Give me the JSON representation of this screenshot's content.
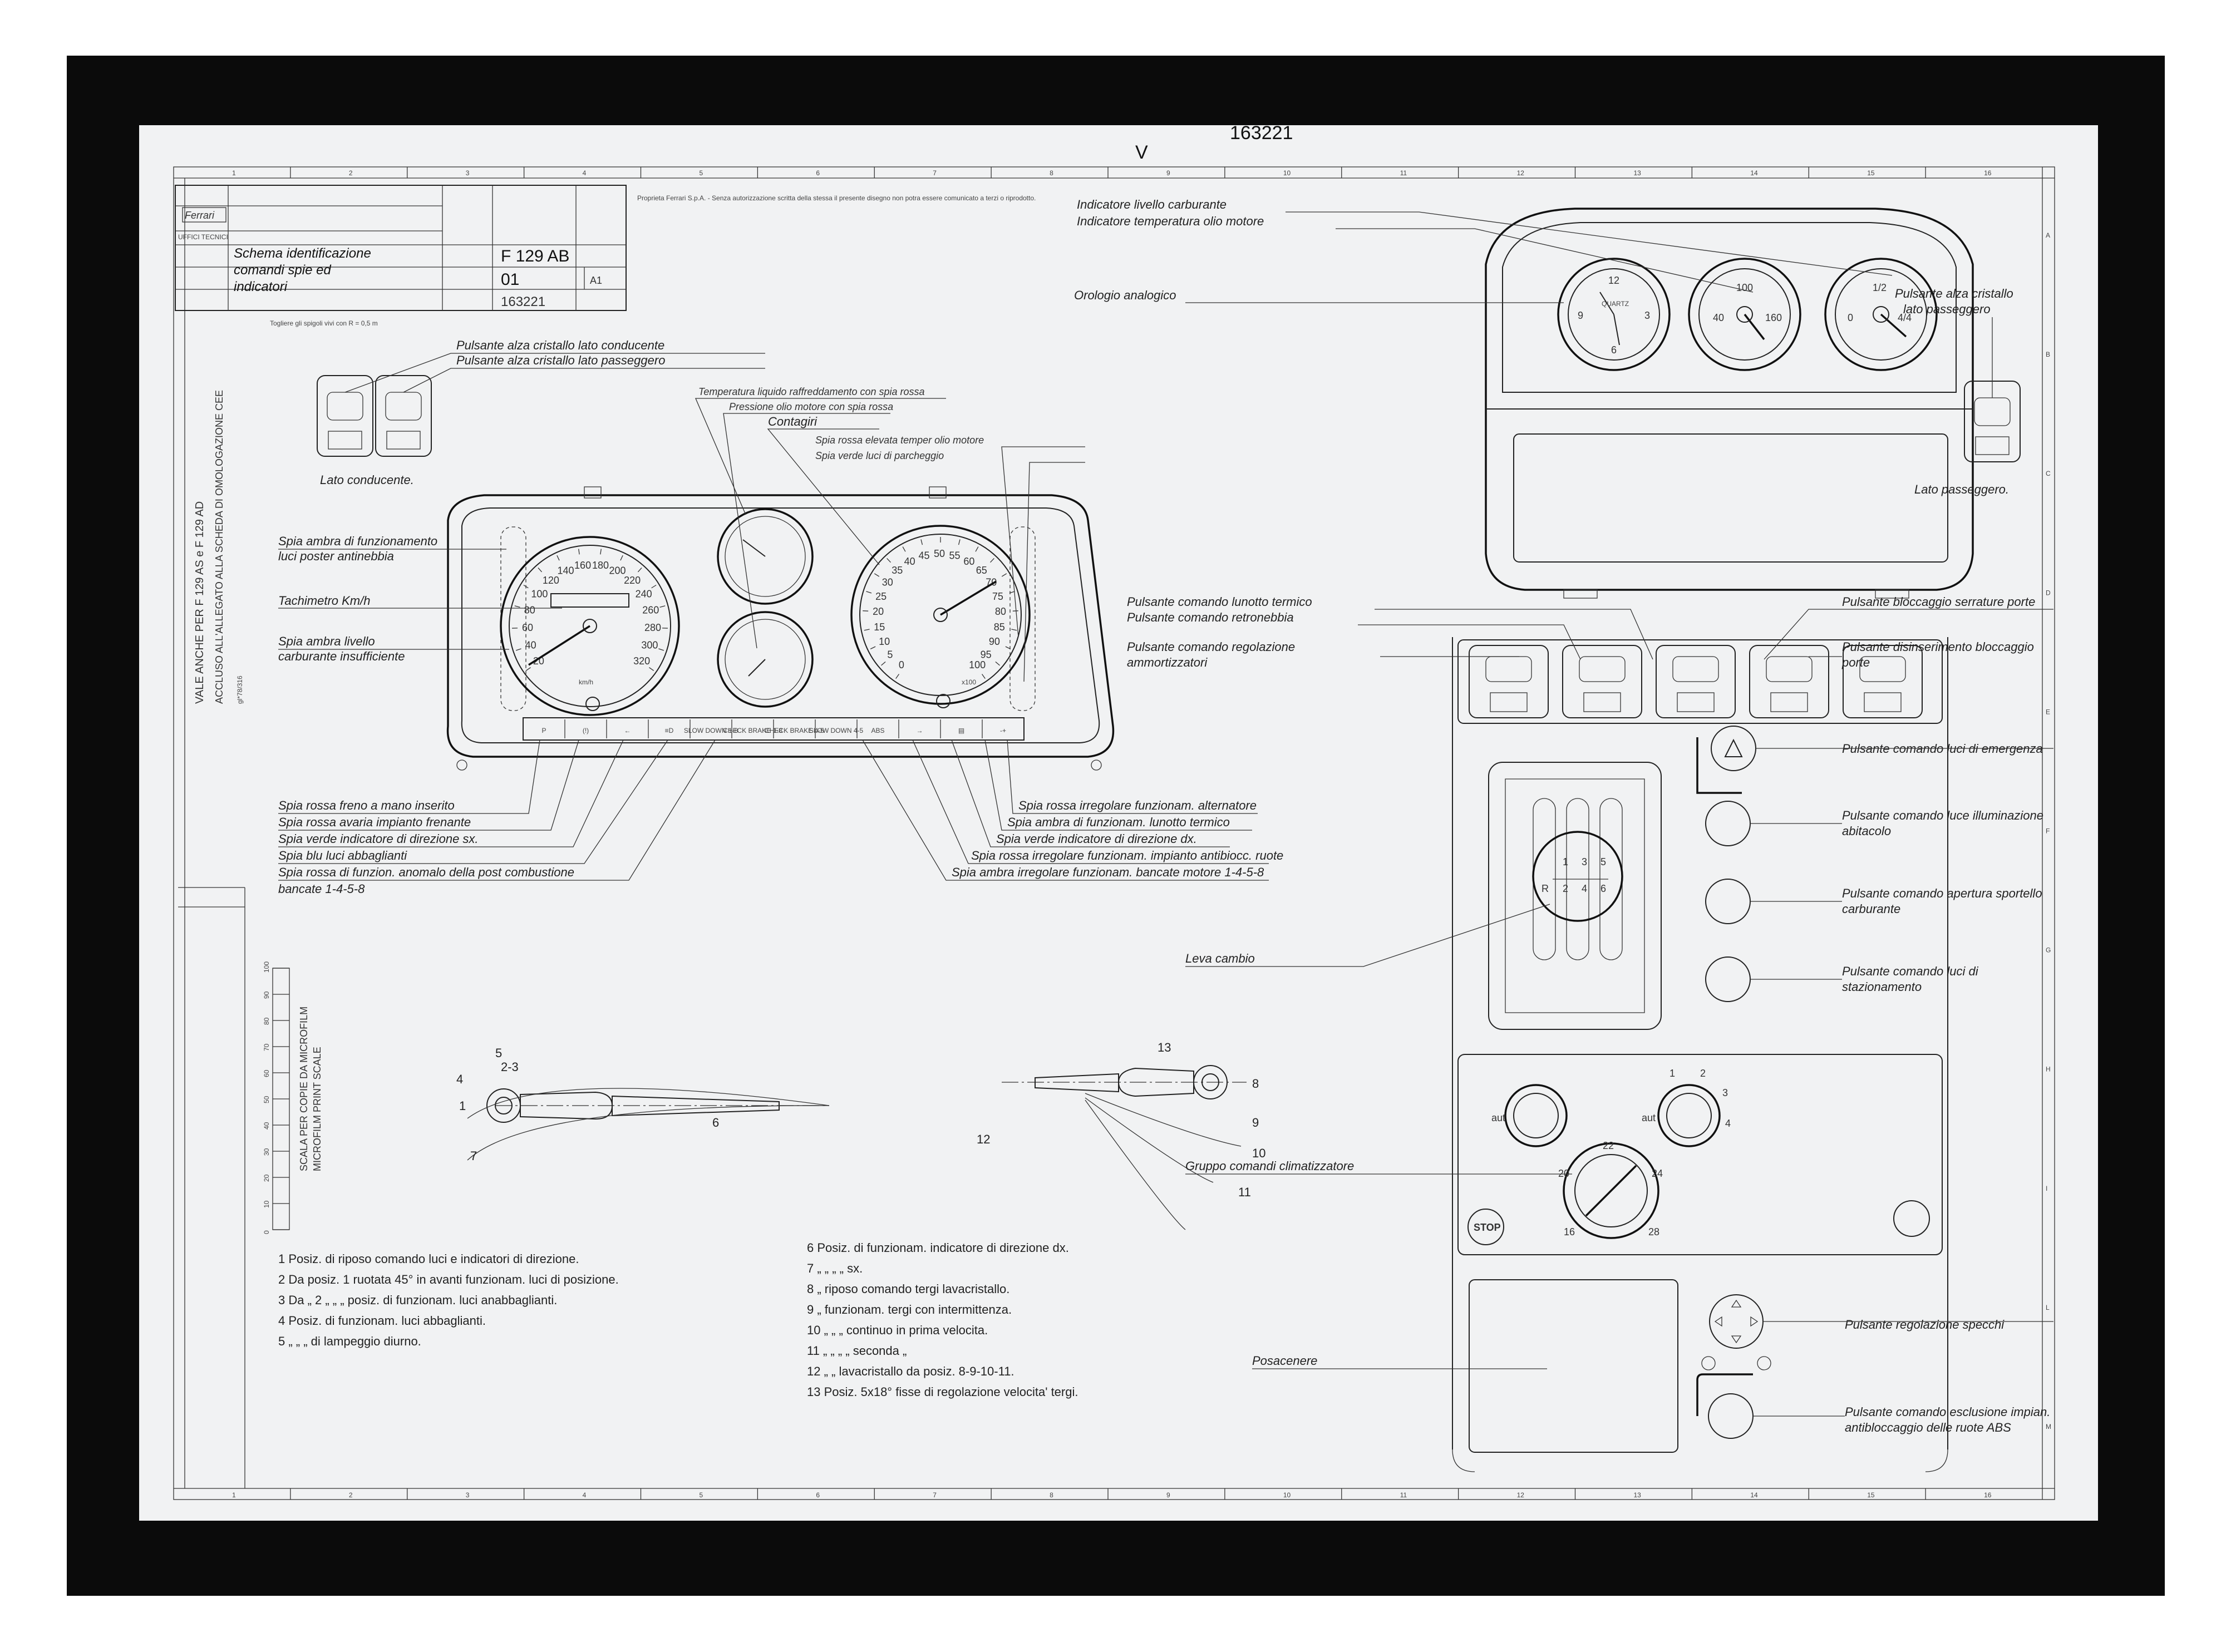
{
  "title_block": {
    "brand": "Ferrari",
    "dept": "UFFICI TECNICI",
    "drawing_title": [
      "Schema identificazione",
      "comandi spie ed",
      "indicatori"
    ],
    "model": "F 129 AB",
    "revision": "01",
    "format": "A1",
    "drawing_number": "163221",
    "top_stamp": "163221",
    "marker": "V",
    "copyright": "Proprieta Ferrari S.p.A. - Senza autorizzazione scritta della stessa il presente disegno non potra essere comunicato a terzi o riprodotto."
  },
  "edge_notes": {
    "validity": "VALE ANCHE PER F 129 AS e F 129 AD",
    "attachment": "ACCLUSO ALL'ALLEGATO ALLA SCHEDA DI OMOLOGAZIONE CEE",
    "date": "gl*78/316",
    "edge_removal": "Togliere gli spigoli vivi con R = 0,5 m",
    "scale_title": "SCALA PER COPIE DA MICROFILM",
    "scale_subtitle": "MICROFILM PRINT SCALE",
    "scale_ticks": [
      "0",
      "10",
      "20",
      "30",
      "40",
      "50",
      "60",
      "70",
      "80",
      "90",
      "100"
    ]
  },
  "grid": {
    "columns": [
      "1",
      "2",
      "3",
      "4",
      "5",
      "6",
      "7",
      "8",
      "9",
      "10",
      "11",
      "12",
      "13",
      "14",
      "15",
      "16"
    ],
    "rows": [
      "A",
      "B",
      "C",
      "D",
      "E",
      "F",
      "G",
      "H",
      "I",
      "L",
      "M"
    ]
  },
  "dash_labels": {
    "window_driver": "Pulsante alza cristallo lato conducente",
    "window_passenger": "Pulsante alza cristallo lato passeggero",
    "driver_side": "Lato conducente.",
    "coolant_temp": "Temperatura liquido raffreddamento con spia rossa",
    "oil_pressure": "Pressione olio motore con spia rossa",
    "tachometer": "Contagiri",
    "oil_temp_warning": "Spia rossa elevata temper olio motore",
    "parking_lights": "Spia verde luci di parcheggio",
    "rear_fog": "Spia ambra di funzionamento",
    "rear_fog_2": "luci poster antinebbia",
    "speedometer": "Tachimetro Km/h",
    "fuel_low": "Spia ambra livello",
    "fuel_low_2": "carburante insufficiente"
  },
  "lamp_labels": {
    "handbrake": "Spia rossa freno a mano inserito",
    "brake_fail": "Spia rossa avaria impianto frenante",
    "indicator_left": "Spia verde indicatore di direzione sx.",
    "high_beam": "Spia blu luci abbaglianti",
    "afterburn": "Spia rossa di funzion. anomalo della post combustione",
    "afterburn_2": "bancate 1-4-5-8",
    "alternator": "Spia rossa irregolare funzionam. alternatore",
    "rear_defrost": "Spia ambra di funzionam. lunotto termico",
    "indicator_right": "Spia verde indicatore di direzione dx.",
    "abs": "Spia rossa irregolare funzionam. impianto antibiocc. ruote",
    "banks": "Spia ambra irregolare funzionam. bancate motore 1-4-5-8"
  },
  "console_labels": {
    "fuel_level": "Indicatore livello carburante",
    "oil_temp": "Indicatore temperatura olio motore",
    "clock": "Orologio analogico",
    "window_passenger_right": "Pulsante alza cristallo",
    "window_passenger_right_2": "lato passeggero",
    "passenger_side": "Lato passeggero.",
    "rear_window": "Pulsante comando lunotto termico",
    "fog": "Pulsante comando retronebbia",
    "damper": "Pulsante comando regolazione",
    "damper_2": "ammortizzatori",
    "door_lock": "Pulsante bloccaggio serrature porte",
    "door_unlock": "Pulsante disinserimento bloccaggio",
    "door_unlock_2": "porte",
    "hazard": "Pulsante comando luci di emergenza",
    "cabin_light": "Pulsante comando luce illuminazione",
    "cabin_light_2": "abitacolo",
    "fuel_flap": "Pulsante comando apertura sportello",
    "fuel_flap_2": "carburante",
    "parking_light": "Pulsante comando luci di",
    "parking_light_2": "stazionamento",
    "gear_lever": "Leva cambio",
    "climate": "Gruppo comandi climatizzatore",
    "mirror": "Pulsante regolazione specchi",
    "ashtray": "Posacenere",
    "abs_off": "Pulsante comando esclusione impian.",
    "abs_off_2": "antibloccaggio delle ruote ABS",
    "stop": "STOP"
  },
  "gauges": {
    "speedo_ticks": [
      "20",
      "40",
      "60",
      "80",
      "100",
      "120",
      "140",
      "160",
      "180",
      "200",
      "220",
      "240",
      "260",
      "280",
      "300",
      "320"
    ],
    "speedo_unit": "km/h",
    "tacho_ticks": [
      "0",
      "5",
      "10",
      "15",
      "20",
      "25",
      "30",
      "35",
      "40",
      "45",
      "50",
      "55",
      "60",
      "65",
      "70",
      "75",
      "80",
      "85",
      "90",
      "95",
      "100"
    ],
    "tacho_unit": "x100",
    "clock_face": "QUARTZ",
    "clock_ticks": [
      "12",
      "3",
      "6",
      "9"
    ],
    "oil_ticks": [
      "40",
      "100",
      "160"
    ],
    "fuel_ticks": [
      "0",
      "1/2",
      "4/4"
    ],
    "gear_pattern": [
      "R",
      "1",
      "2",
      "3",
      "4",
      "5",
      "6"
    ],
    "climate_left": [
      "aut"
    ],
    "climate_right": [
      "1",
      "2",
      "3",
      "4",
      "aut"
    ],
    "temp_ticks": [
      "16",
      "20",
      "22",
      "24",
      "28"
    ]
  },
  "lamp_strip": [
    "P",
    "(!)",
    "←",
    "≡D",
    "SLOW DOWN 1-8",
    "CHECK BRAKE 1-8",
    "CHECK BRAKE 4-5",
    "SLOW DOWN 4-5",
    "ABS",
    "→",
    "▤",
    "-+"
  ],
  "stalk_numbers": {
    "left": [
      "1",
      "2-3",
      "4",
      "5",
      "6",
      "7"
    ],
    "right": [
      "8",
      "9",
      "10",
      "11",
      "12",
      "13"
    ]
  },
  "legend_left": [
    "1  Posiz. di riposo comando luci e indicatori di direzione.",
    "2  Da posiz. 1 ruotata 45° in avanti funzionam. luci di posizione.",
    "3  Da  „   2   „   „   „   posiz. di funzionam. luci anabbaglianti.",
    "4  Posiz. di funzionam. luci abbaglianti.",
    "5     „        „        „    di lampeggio diurno."
  ],
  "legend_right": [
    "6  Posiz. di funzionam. indicatore di direzione dx.",
    "7     „        „        „        „        sx.",
    "8     „    riposo comando tergi lavacristallo.",
    "9     „    funzionam. tergi con intermittenza.",
    "10    „        „        „    continuo in prima velocita.",
    "11    „        „        „        „    seconda   „",
    "12    „        „    lavacristallo da posiz. 8-9-10-11.",
    "13  Posiz. 5x18° fisse di regolazione velocita' tergi."
  ]
}
